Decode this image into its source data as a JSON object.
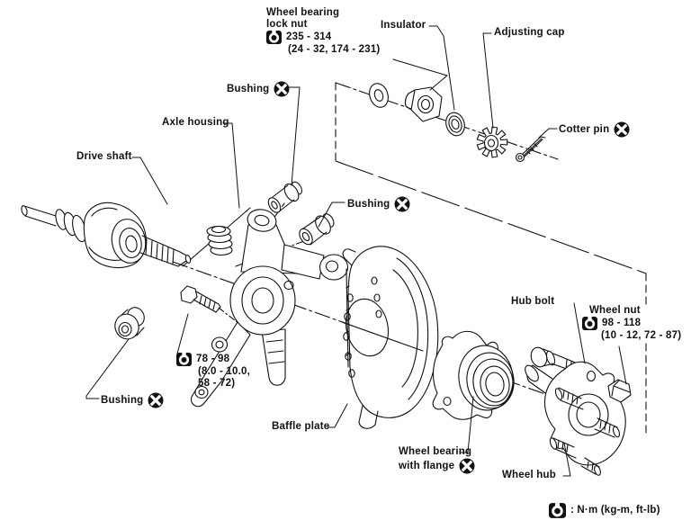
{
  "page": {
    "background": "#ffffff",
    "ink": "#111111"
  },
  "labels": {
    "wheel_bearing_lock_nut": {
      "line1": "Wheel bearing",
      "line2": "lock nut",
      "torque": "235 - 314",
      "torque_alt": "(24 - 32, 174 - 231)"
    },
    "insulator": "Insulator",
    "adjusting_cap": "Adjusting cap",
    "cotter_pin": "Cotter pin",
    "bushing_upper": "Bushing",
    "bushing_middle": "Bushing",
    "bushing_lower": "Bushing",
    "axle_housing": "Axle housing",
    "drive_shaft": "Drive shaft",
    "knuckle_torque": {
      "torque": "78 - 98",
      "torque_alt1": "(8.0 - 10.0,",
      "torque_alt2": "58 - 72)"
    },
    "baffle_plate": "Baffle plate",
    "wheel_bearing_flange": {
      "line1": "Wheel bearing",
      "line2": "with flange"
    },
    "hub_bolt": "Hub bolt",
    "wheel_nut": {
      "name": "Wheel nut",
      "torque": "98 - 118",
      "torque_alt": "(10 - 12, 72 - 87)"
    },
    "wheel_hub": "Wheel hub"
  },
  "legend": {
    "note": ": N·m (kg-m, ft-lb)"
  },
  "icons": {
    "torque": "torque-wrench-icon (black square, white open ring)",
    "non_reusable": "non-reusable-part-icon (black circle, white X)"
  }
}
